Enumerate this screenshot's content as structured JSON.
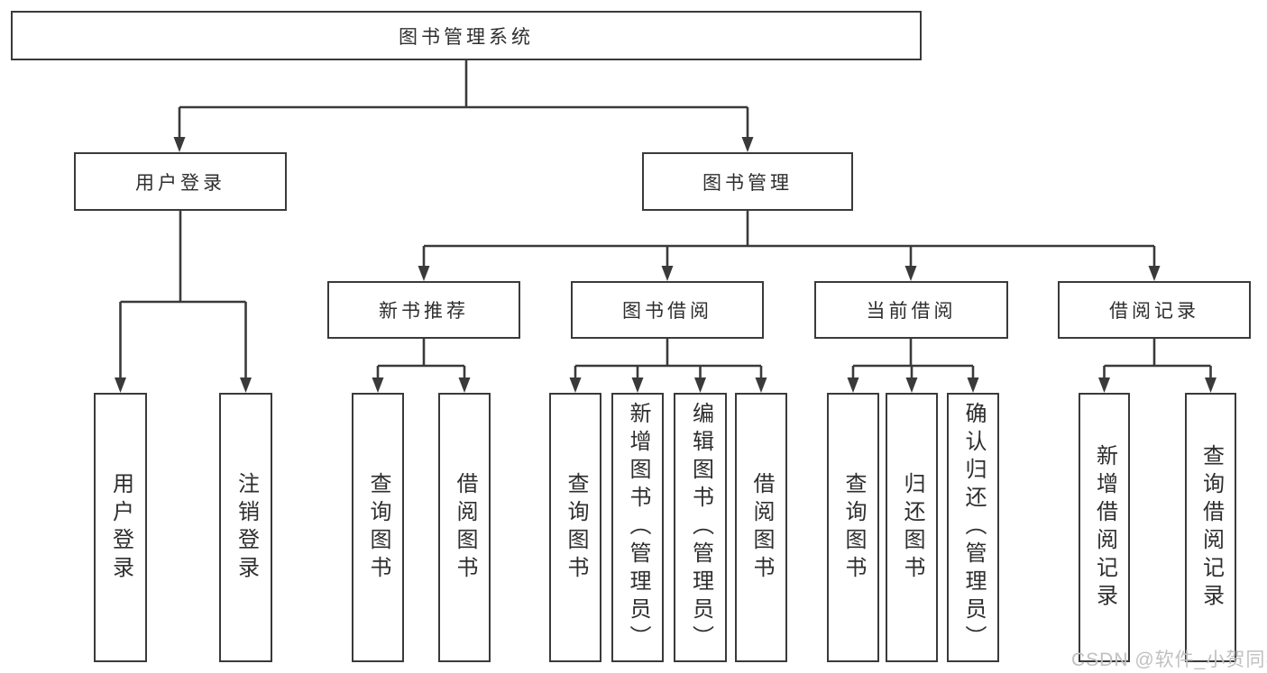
{
  "diagram_title": "图书管理系统",
  "nodes": {
    "root": "图书管理系统",
    "user_login": "用户登录",
    "book_management": "图书管理",
    "new_books": "新书推荐",
    "book_borrow": "图书借阅",
    "current_borrow": "当前借阅",
    "borrow_records": "借阅记录"
  },
  "leaves": {
    "user_login": [
      "用户登录",
      "注销登录"
    ],
    "new_books": [
      "查询图书",
      "借阅图书"
    ],
    "book_borrow": [
      "查询图书",
      "新增图书（管理员）",
      "编辑图书（管理员）",
      "借阅图书"
    ],
    "current_borrow": [
      "查询图书",
      "归还图书",
      "确认归还（管理员）"
    ],
    "borrow_records": [
      "新增借阅记录",
      "查询借阅记录"
    ]
  },
  "watermark": {
    "text": "CSDN @软件_小贺同学"
  },
  "colors": {
    "line": "#3a3a3a",
    "text": "#2e2e2e",
    "watermark": "#c0c0c0",
    "background": "#ffffff"
  }
}
